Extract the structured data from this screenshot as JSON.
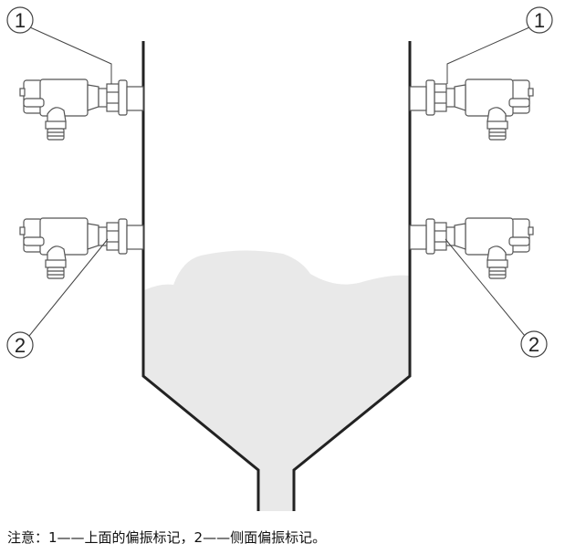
{
  "callouts": {
    "top_mark": "1",
    "side_mark": "2"
  },
  "caption": "注意：1——上面的偏振标记，2——侧面偏振标记。",
  "colors": {
    "line": "#222222",
    "material": "#e9e9e9",
    "sensor": "#555555"
  }
}
